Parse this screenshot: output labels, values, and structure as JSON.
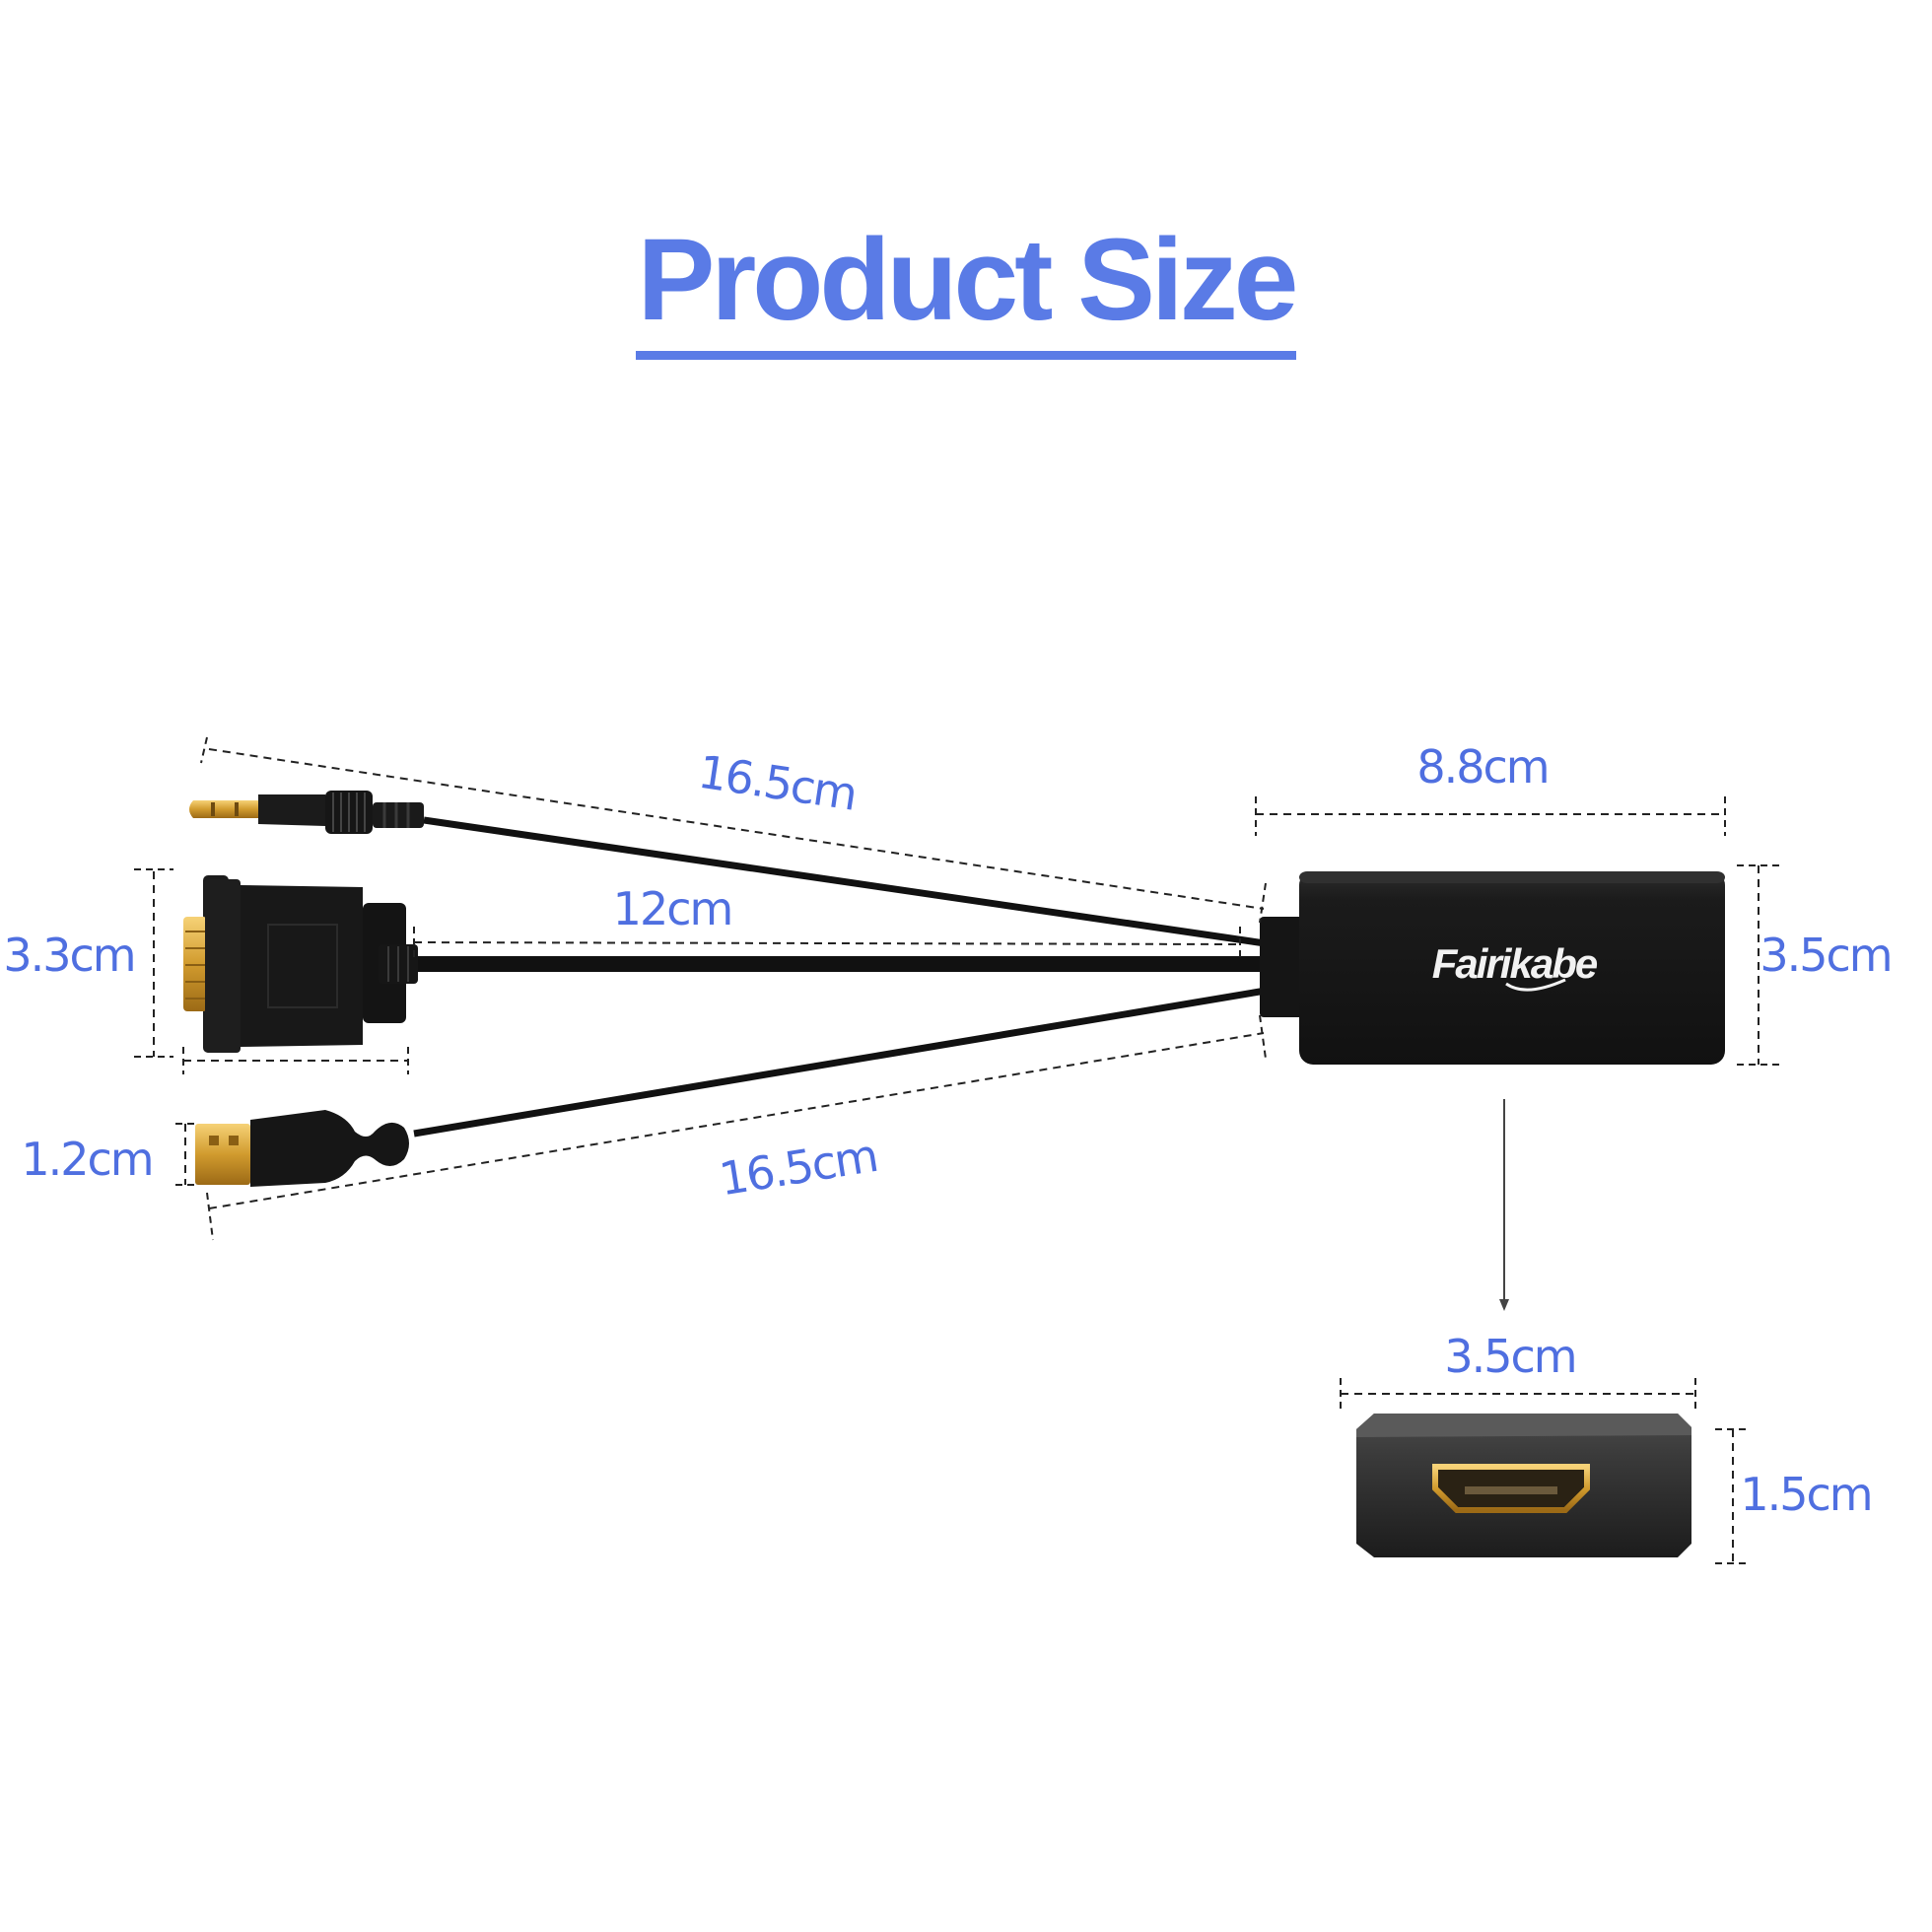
{
  "title": "Product Size",
  "brand": "Fairikabe",
  "dimensions": {
    "audio_cable_length": "16.5cm",
    "vga_cable_length": "12cm",
    "usb_cable_length": "16.5cm",
    "vga_height": "3.3cm",
    "usb_height": "1.2cm",
    "box_length": "8.8cm",
    "box_height": "3.5cm",
    "port_width": "3.5cm",
    "port_height": "1.5cm"
  },
  "colors": {
    "accent": "#5a7be6",
    "device": "#1a1a1a",
    "gold": "#d9a43a"
  }
}
